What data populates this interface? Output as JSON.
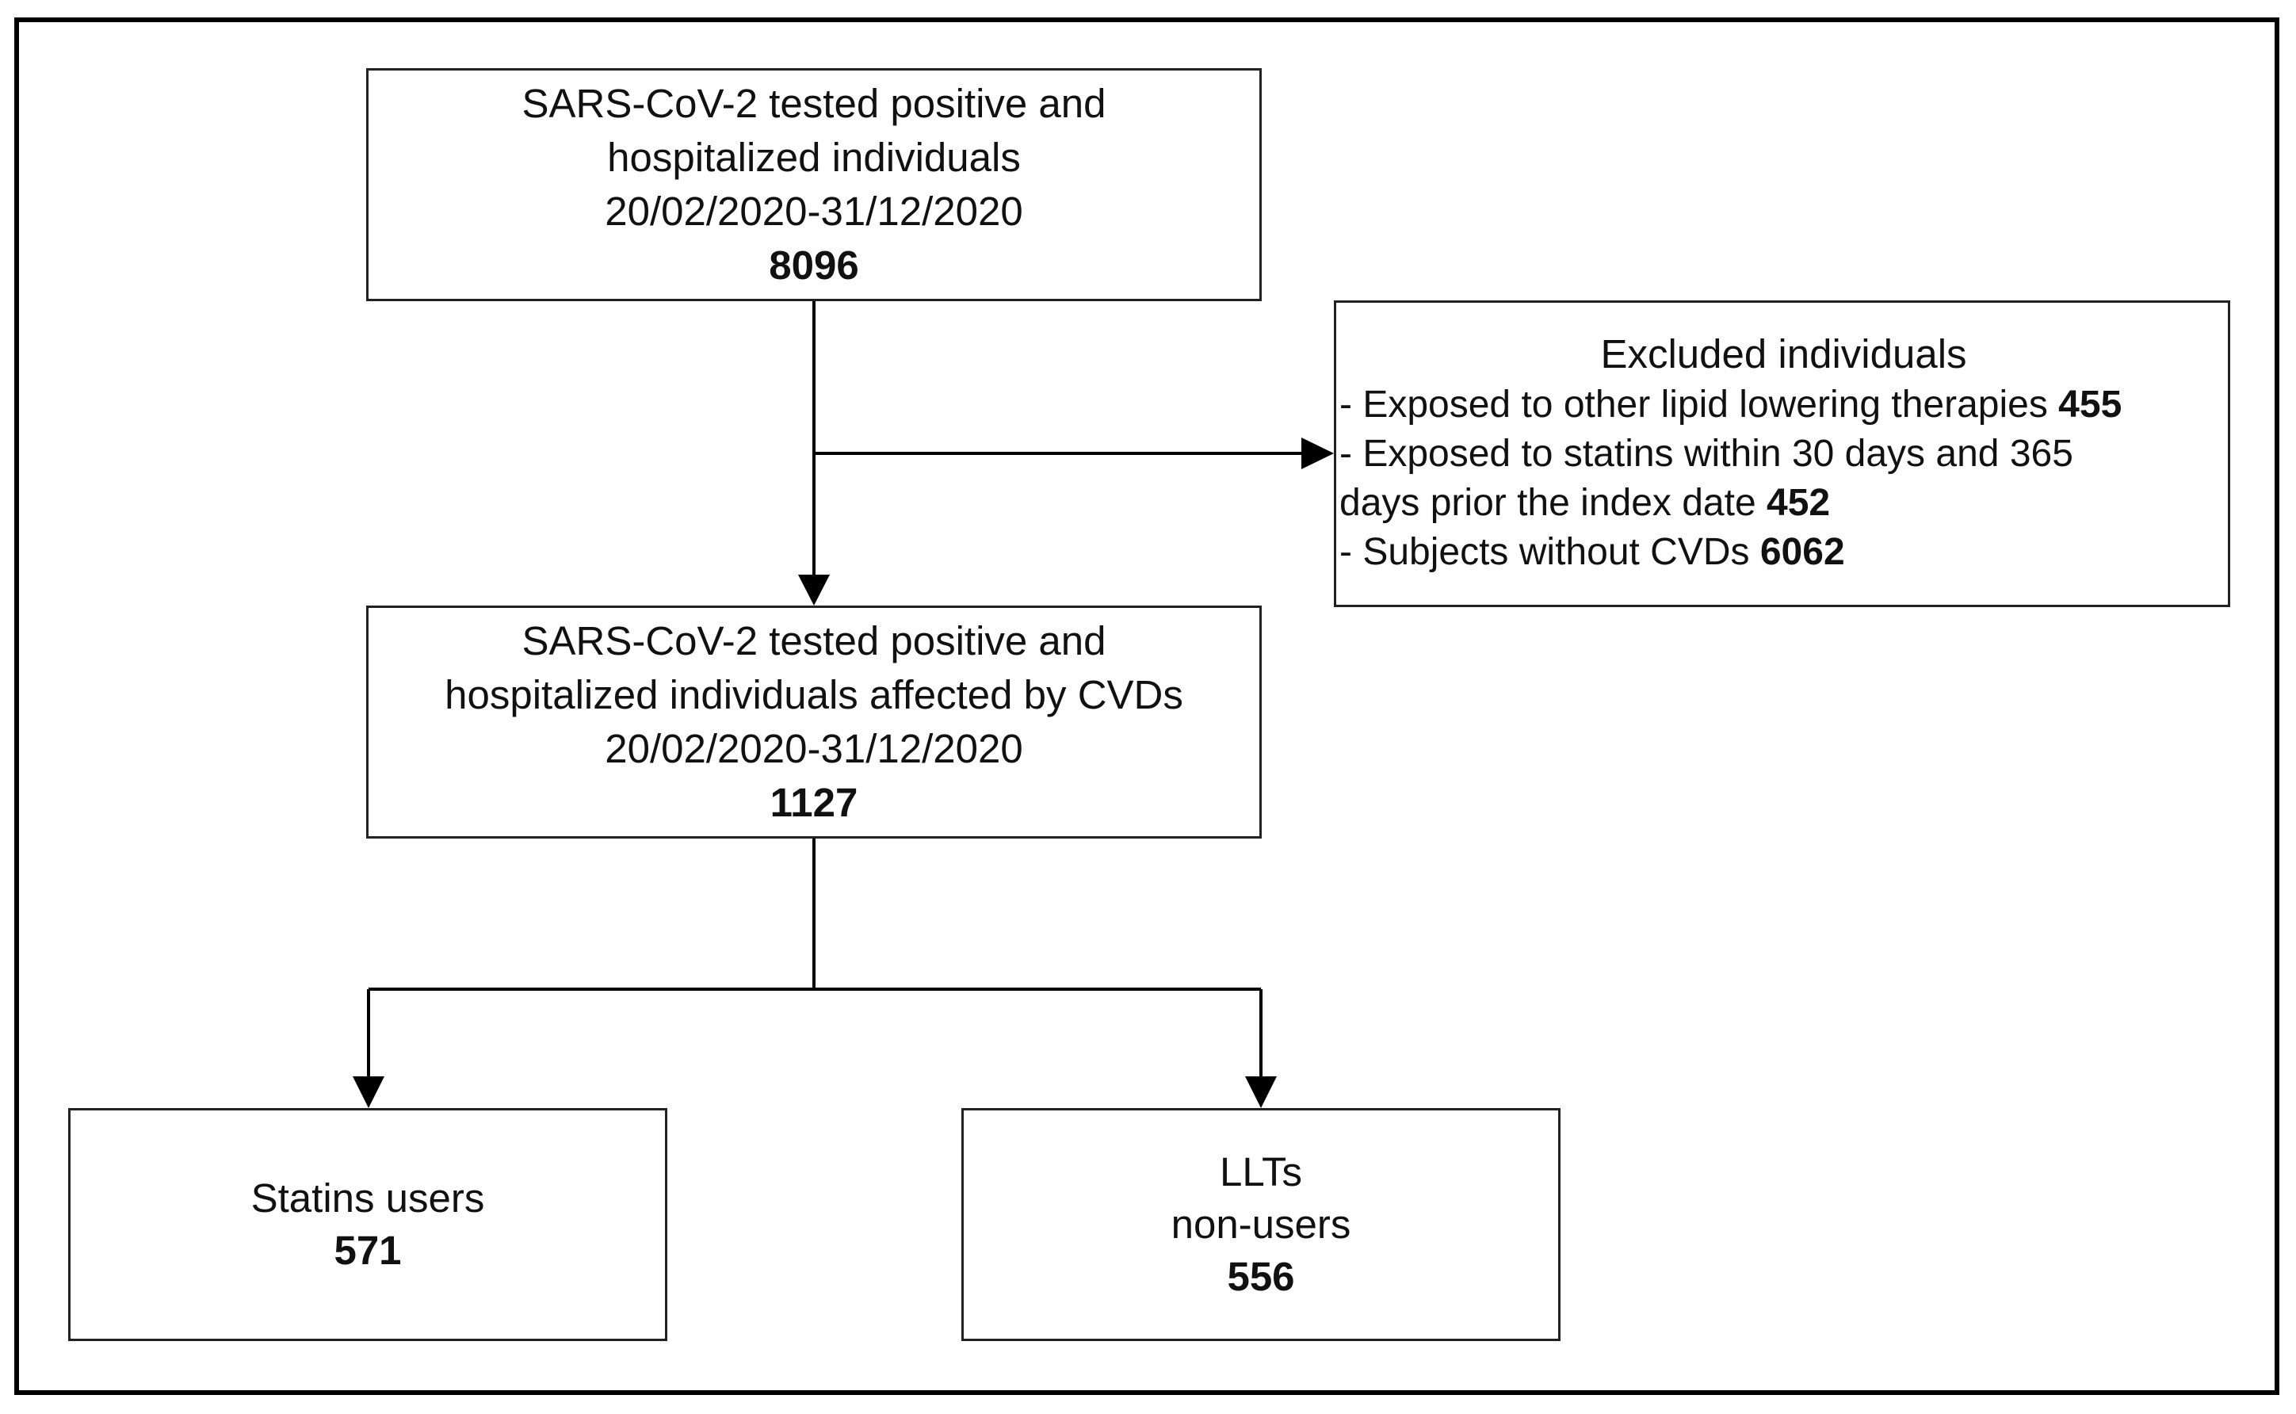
{
  "top_box": {
    "line1": "SARS-CoV-2 tested positive and",
    "line2": "hospitalized individuals",
    "line3": "20/02/2020-31/12/2020",
    "count": "8096"
  },
  "excluded_box": {
    "title": "Excluded individuals",
    "item1_text": "- Exposed to other lipid lowering therapies ",
    "item1_count": "455",
    "item2_text_a": "- Exposed to statins within 30 days and 365",
    "item2_text_b": "days prior the index date ",
    "item2_count": "452",
    "item3_text": "- Subjects without CVDs ",
    "item3_count": "6062"
  },
  "mid_box": {
    "line1": "SARS-CoV-2 tested positive and",
    "line2": "hospitalized individuals affected by CVDs",
    "line3": "20/02/2020-31/12/2020",
    "count": "1127"
  },
  "statins_box": {
    "line1": "Statins users",
    "count": "571"
  },
  "llts_box": {
    "line1": "LLTs",
    "line2": "non-users",
    "count": "556"
  },
  "colors": {
    "line": "#000000",
    "border": "#222222",
    "background": "#ffffff"
  }
}
